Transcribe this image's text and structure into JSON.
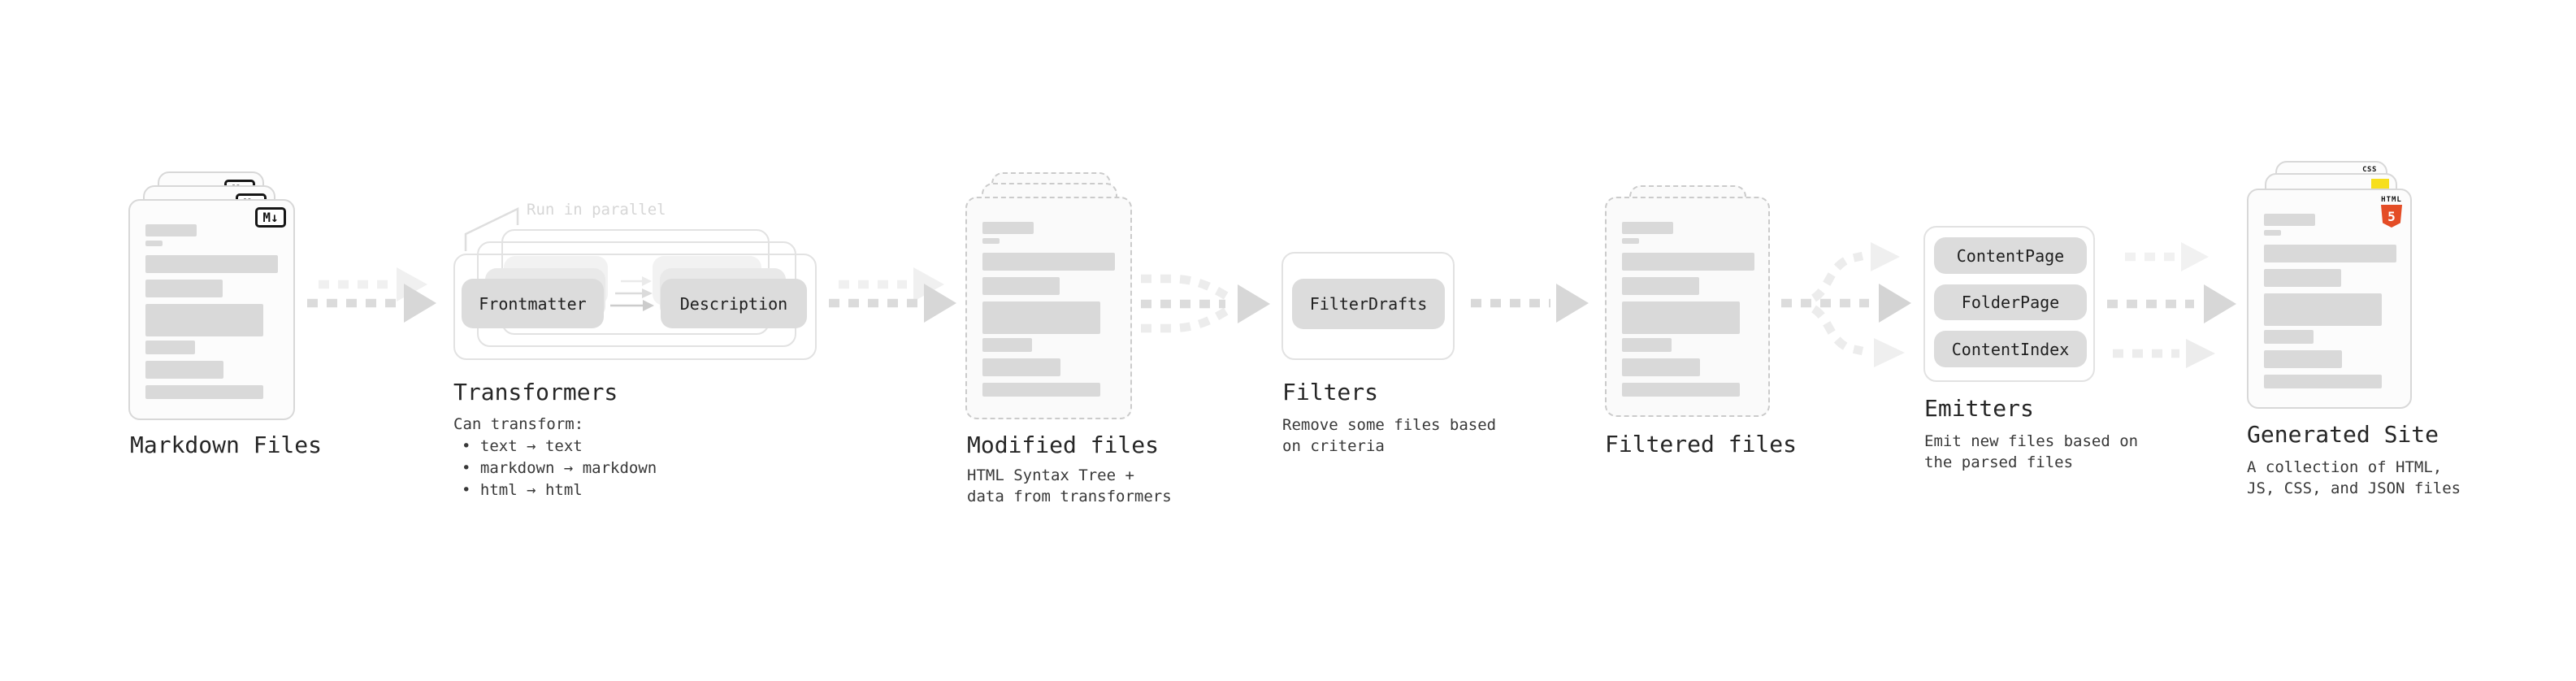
{
  "stages": {
    "markdown": {
      "label": "Markdown Files",
      "badge": "M↓"
    },
    "transformers": {
      "label": "Transformers",
      "callout": "Run in parallel",
      "pills": {
        "left": "Frontmatter",
        "right": "Description"
      },
      "note": [
        "Can transform:",
        "• text → text",
        "• markdown → markdown",
        "• html → html"
      ]
    },
    "modified": {
      "label": "Modified files",
      "note": [
        "HTML Syntax Tree +",
        "data from transformers"
      ]
    },
    "filters": {
      "label": "Filters",
      "pill": "FilterDrafts",
      "note": [
        "Remove some files based",
        "on criteria"
      ]
    },
    "filtered": {
      "label": "Filtered files"
    },
    "emitters": {
      "label": "Emitters",
      "pills": [
        "ContentPage",
        "FolderPage",
        "ContentIndex"
      ],
      "note": [
        "Emit new files based on",
        "the parsed files"
      ]
    },
    "generated": {
      "label": "Generated Site",
      "badges": {
        "css": "CSS",
        "html_word": "HTML",
        "html_five": "5"
      },
      "note": [
        "A collection of HTML,",
        "JS, CSS, and JSON files"
      ]
    }
  },
  "colors": {
    "html5_orange": "#e44d26",
    "js_yellow": "#f7df1e",
    "css_blue": "#2965f1",
    "skeleton_gray": "#d9d9d9",
    "arrow_gray": "#dbdbdb",
    "arrow_faint": "#f0f0f0",
    "label_text": "#262626",
    "callout_muted": "#d6d6d6"
  }
}
